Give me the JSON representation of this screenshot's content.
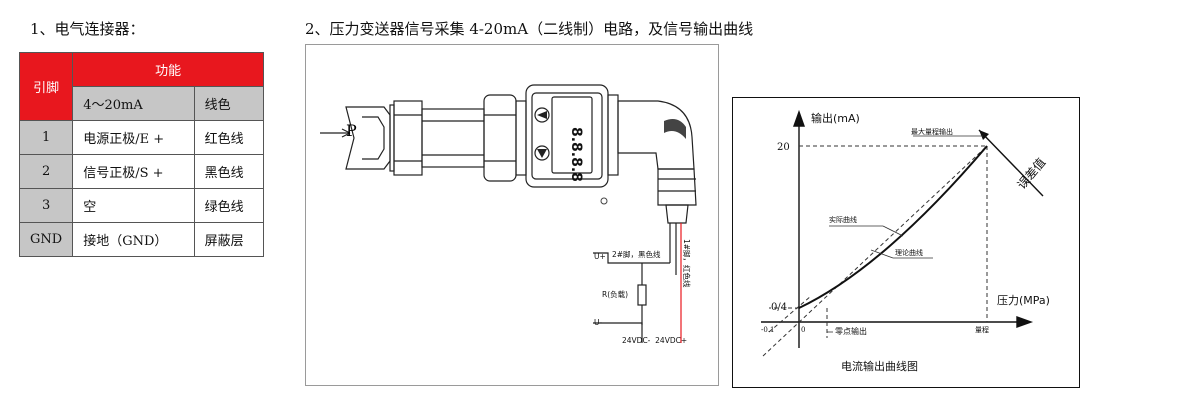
{
  "heading1": "1、电气连接器：",
  "heading2": "2、压力变送器信号采集 4-20mA（二线制）电路，及信号输出曲线",
  "table": {
    "pin_header": "引脚",
    "function_header": "功能",
    "subheaders": [
      "4～20mA",
      "线色"
    ],
    "rows": [
      {
        "pin": "1",
        "signal": "电源正极/E +",
        "color": "红色线"
      },
      {
        "pin": "2",
        "signal": "信号正极/S +",
        "color": "黑色线"
      },
      {
        "pin": "3",
        "signal": "空",
        "color": "绿色线"
      },
      {
        "pin": "GND",
        "signal": "接地（GND）",
        "color": "屏蔽层"
      }
    ]
  },
  "wiring": {
    "pressure_label": "P",
    "display_text": "8.8.8.8",
    "pin2_label": "2#脚，黑色线",
    "pin1_label": "1#脚，红色线",
    "u_plus": "U+",
    "u_minus": "U-",
    "load_label": "R(负载)",
    "supply_label": "24VDC-  24VDC+"
  },
  "curve": {
    "y_axis_label": "输出(mA)",
    "x_axis_label": "压力(MPa)",
    "y_max_tick": "20",
    "y_min_tick": "0/4",
    "x_neg_tick": "-0.1",
    "x_zero_tick": "0",
    "x_range_tick": "量程",
    "max_output_label": "最大量程输出",
    "error_label": "误差值",
    "actual_curve_label": "实际曲线",
    "theory_curve_label": "理论曲线",
    "zero_output_label": "零点输出",
    "caption": "电流输出曲线图"
  },
  "colors": {
    "table_header_red": "#e8171e",
    "table_gray": "#c6c6c6",
    "red_wire": "#e8171e"
  }
}
